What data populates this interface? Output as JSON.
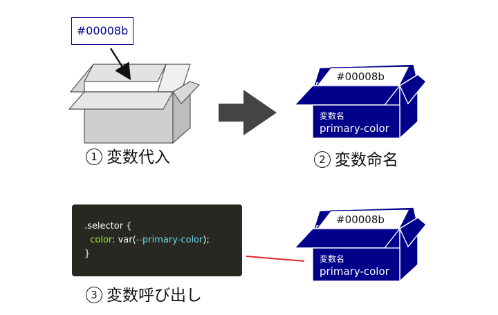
{
  "colors": {
    "accent": "#00008b",
    "gray_box": "#cfcfcf",
    "arrow_gray": "#444444",
    "red_arrow": "#e0202a",
    "code_bg": "#272822"
  },
  "box1": {
    "tag_value": "#00008b"
  },
  "box2": {
    "lid_value": "#00008b",
    "var_label": "変数名",
    "var_name": "primary-color"
  },
  "box3": {
    "lid_value": "#00008b",
    "var_label": "変数名",
    "var_name": "primary-color"
  },
  "code": {
    "line1": ".selector {",
    "indent": "  ",
    "prop": "color",
    "colon": ": ",
    "fn_open": "var(",
    "varname": "--primary-color",
    "fn_close": ");",
    "line3": "}"
  },
  "steps": [
    {
      "num": "1",
      "text": "変数代入"
    },
    {
      "num": "2",
      "text": "変数命名"
    },
    {
      "num": "3",
      "text": "変数呼び出し"
    }
  ]
}
